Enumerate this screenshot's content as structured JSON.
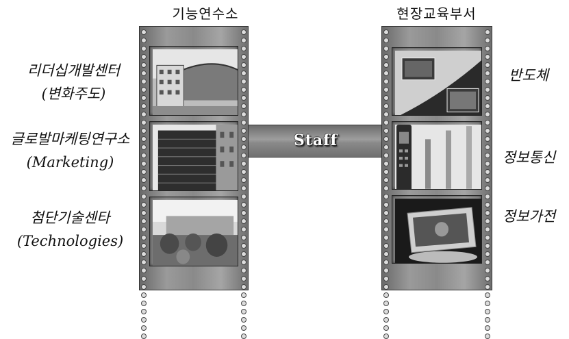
{
  "left": {
    "title": "기능연수소",
    "items": [
      {
        "name": "리더십개발센터",
        "sub": "(변화주도)"
      },
      {
        "name": "글로발마케팅연구소",
        "sub": "(Marketing)"
      },
      {
        "name": "첨단기술센타",
        "sub": "(Technologies)"
      }
    ]
  },
  "right": {
    "title": "현장교육부서",
    "items": [
      {
        "name": "반도체"
      },
      {
        "name": "정보통신"
      },
      {
        "name": "정보가전"
      }
    ]
  },
  "connector": {
    "label": "Staff"
  }
}
